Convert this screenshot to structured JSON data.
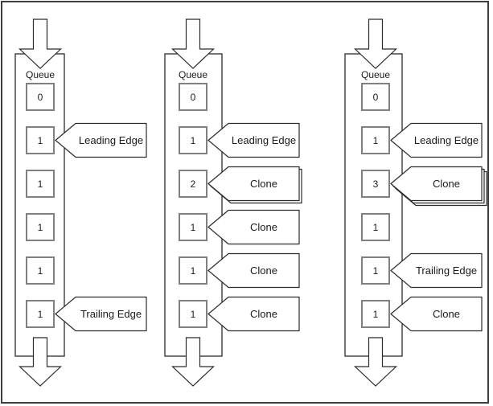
{
  "diagram": {
    "queue_label": "Queue",
    "columns": [
      {
        "name": "queue-state-1",
        "cells": [
          {
            "value": "0"
          },
          {
            "value": "1",
            "label": "Leading Edge",
            "stack": 1
          },
          {
            "value": "1"
          },
          {
            "value": "1"
          },
          {
            "value": "1"
          },
          {
            "value": "1",
            "label": "Trailing Edge",
            "stack": 1
          }
        ]
      },
      {
        "name": "queue-state-2",
        "cells": [
          {
            "value": "0"
          },
          {
            "value": "1",
            "label": "Leading Edge",
            "stack": 1
          },
          {
            "value": "2",
            "label": "Clone",
            "stack": 2
          },
          {
            "value": "1",
            "label": "Clone",
            "stack": 1
          },
          {
            "value": "1",
            "label": "Clone",
            "stack": 1
          },
          {
            "value": "1",
            "label": "Clone",
            "stack": 1
          }
        ]
      },
      {
        "name": "queue-state-3",
        "cells": [
          {
            "value": "0"
          },
          {
            "value": "1",
            "label": "Leading Edge",
            "stack": 1
          },
          {
            "value": "3",
            "label": "Clone",
            "stack": 3
          },
          {
            "value": "1"
          },
          {
            "value": "1",
            "label": "Trailing Edge",
            "stack": 1
          },
          {
            "value": "1",
            "label": "Clone",
            "stack": 1
          }
        ]
      }
    ],
    "colors": {
      "background": "#ffffff",
      "frame": "#3f3f3f",
      "line": "#2b2b2b",
      "box_border": "#808080",
      "text": "#1a1a1a"
    }
  }
}
